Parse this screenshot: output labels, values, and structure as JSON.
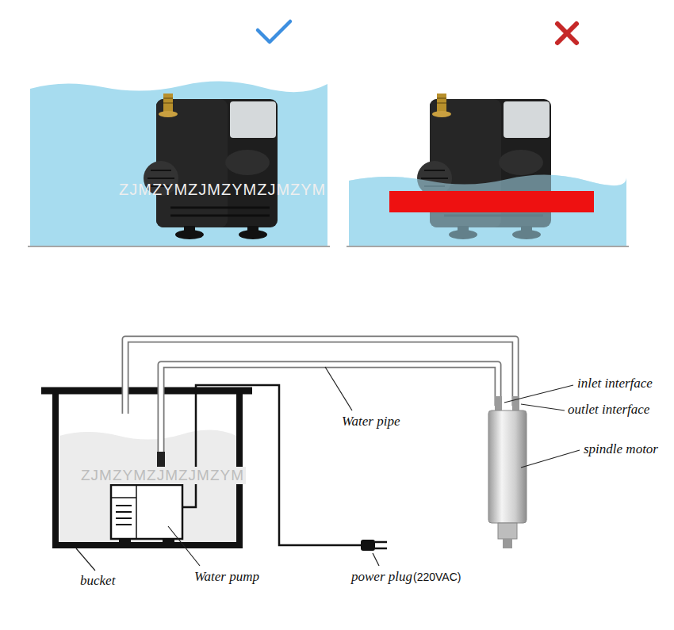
{
  "diagram": {
    "labels": [
      "ZJMZYMZJMZYMZJMZYM",
      "inlet interface",
      "outlet interface",
      "spindle motor",
      "Water pipe",
      "bucket",
      "Water pump",
      "power plug",
      "(220VAC)",
      "ZJMZYMZJMZJMZYM"
    ]
  }
}
